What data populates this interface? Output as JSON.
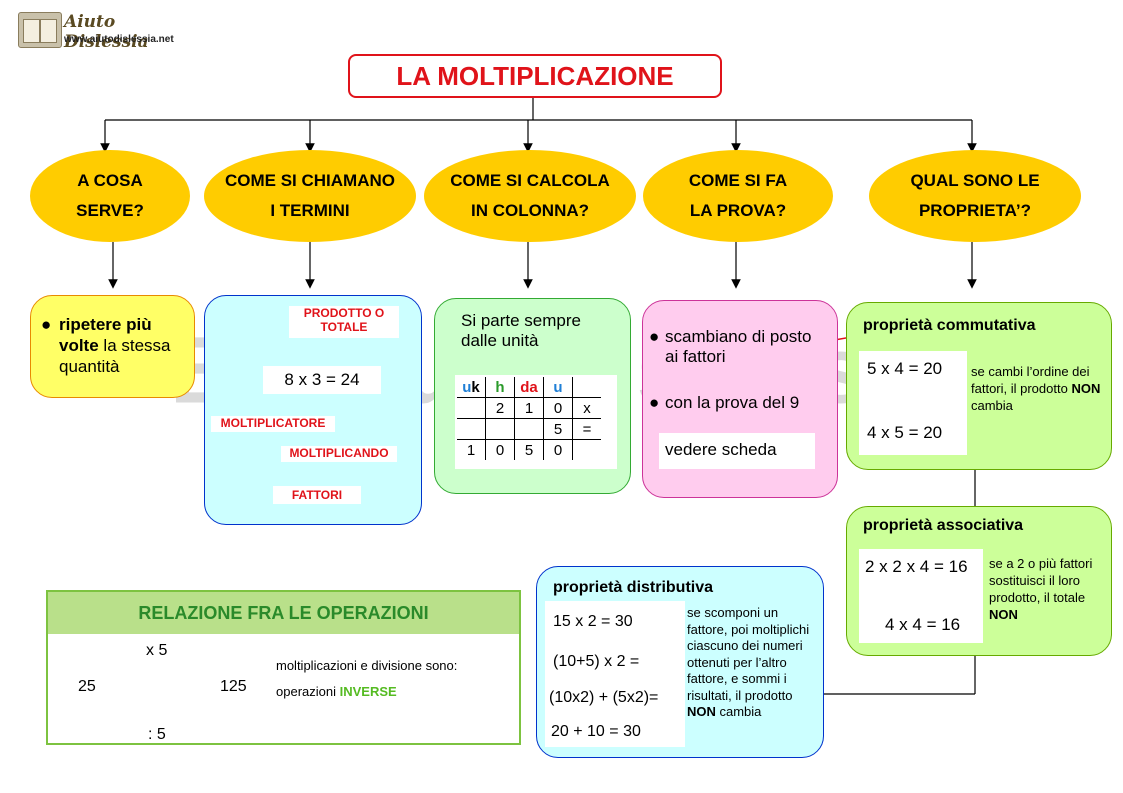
{
  "logo": {
    "name": "Aiuto Dislessia",
    "url": "www.aiutodislessia.net"
  },
  "title": "LA MOLTIPLICAZIONE",
  "questions": [
    {
      "line1": "A COSA",
      "line2": "SERVE?"
    },
    {
      "line1": "COME SI CHIAMANO",
      "line2": "I TERMINI"
    },
    {
      "line1": "COME SI CALCOLA",
      "line2": "IN COLONNA?"
    },
    {
      "line1": "COME SI FA",
      "line2": "LA PROVA?"
    },
    {
      "line1": "QUAL SONO LE",
      "line2": "PROPRIETA’?"
    }
  ],
  "serve": {
    "bullet_bold": "ripetere più volte",
    "rest": " la stessa quantità"
  },
  "termini": {
    "prodotto_label": "PRODOTTO O TOTALE",
    "equation": "8 x 3 =  24",
    "moltiplicatore_label": "MOLTIPLICATORE",
    "moltiplicando_label": "MOLTIPLICANDO",
    "fattori_label": "FATTORI"
  },
  "colonna": {
    "intro": "Si parte sempre dalle unità",
    "headers": [
      {
        "text": "u",
        "color": "#1f7fd6"
      },
      {
        "text": "k",
        "color": "#000000"
      },
      {
        "text": "h",
        "color": "#2a9a2a"
      },
      {
        "text": "da",
        "color": "#e0131a"
      },
      {
        "text": "u",
        "color": "#1f7fd6"
      }
    ],
    "rows": [
      [
        "",
        "2",
        "1",
        "0",
        "x"
      ],
      [
        "",
        "",
        "",
        "5",
        "="
      ],
      [
        "1",
        "0",
        "5",
        "0",
        ""
      ]
    ]
  },
  "prova": {
    "item1": "scambiano di posto ai fattori",
    "item2": "con la prova del 9",
    "scheda": "vedere scheda"
  },
  "commutativa": {
    "title": "proprietà commutativa",
    "eq1": "5 x 4 = 20",
    "eq2": "4 x 5 = 20",
    "desc_prefix": "se cambi l’ordine dei fattori, il prodotto ",
    "desc_bold": "NON",
    "desc_suffix": " cambia"
  },
  "associativa": {
    "title": "proprietà associativa",
    "eq1_underlined": "2 x 2",
    "eq1_rest": " x 4 = 16",
    "eq2": "4 x 4 = 16",
    "desc_prefix": "se a 2 o più fattori sostituisci il loro prodotto, il totale ",
    "desc_bold": "NON"
  },
  "distributiva": {
    "title": "proprietà distributiva",
    "eq1": "15 x 2 = 30",
    "eq2": "(10+5) x 2 =",
    "eq3": "(10x2) + (5x2)=",
    "eq4": "20 + 10 = 30",
    "desc_prefix": "se scomponi un fattore, poi moltiplichi ciascuno dei  numeri ottenuti per l’altro fattore, e sommi i risultati, il prodotto ",
    "desc_bold": "NON",
    "desc_suffix": " cambia"
  },
  "relazione": {
    "title": "RELAZIONE FRA LE OPERAZIONI",
    "top": "x 5",
    "left": "25",
    "right": "125",
    "bottom": ": 5",
    "text1": "moltiplicazioni e divisione sono:",
    "text2_prefix": "operazioni ",
    "text2_bold": "INVERSE"
  },
  "watermark": "By AiutoDislessia.net",
  "colors": {
    "accent_red": "#e0131a",
    "oval_yellow": "#ffcc00",
    "green_text": "#2a8a2a"
  }
}
